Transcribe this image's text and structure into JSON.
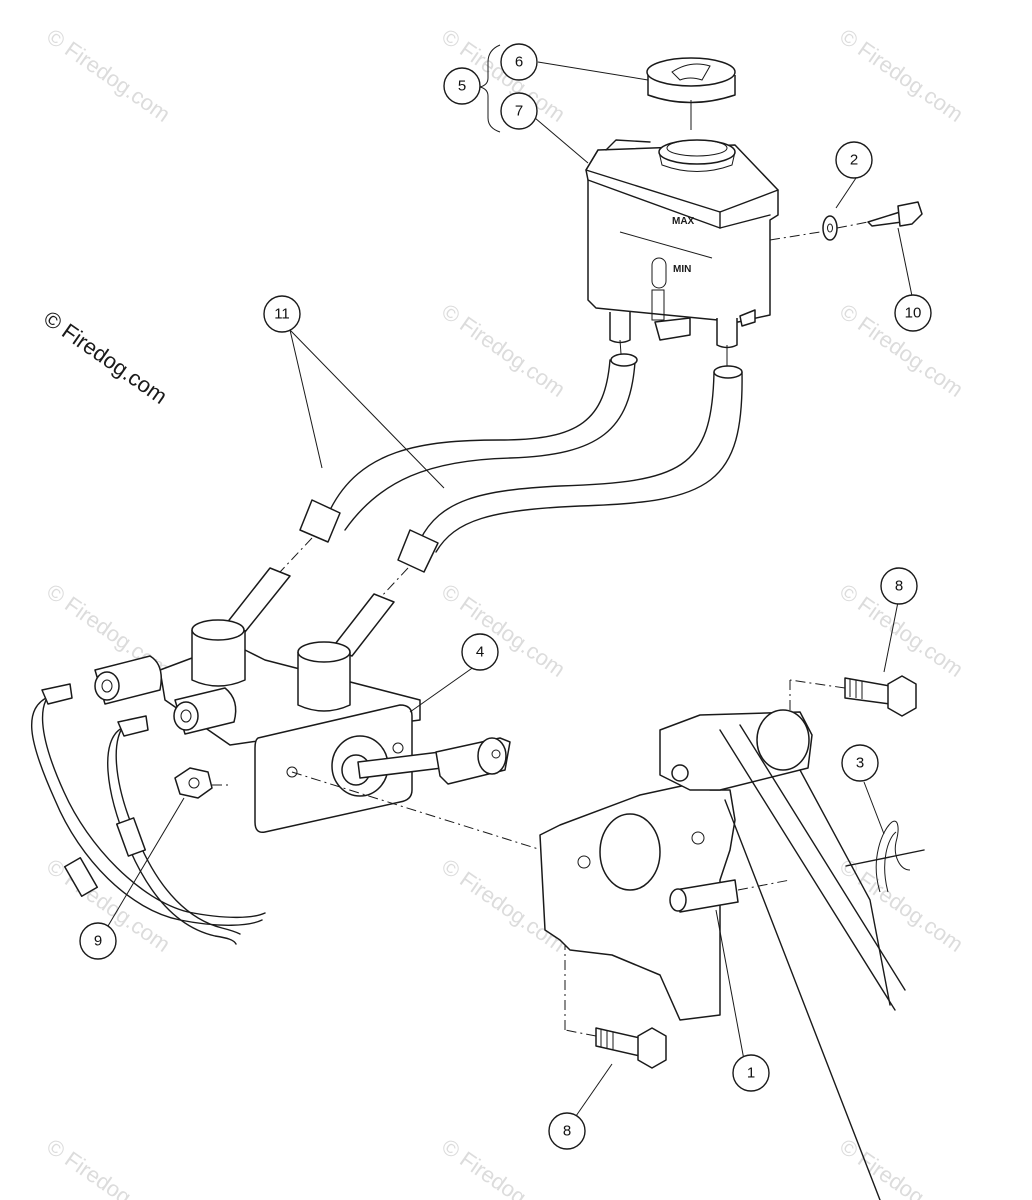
{
  "copyright": "© Firedog.com",
  "watermark": "© Firedog.com",
  "tank_labels": {
    "max": "MAX",
    "min": "MIN"
  },
  "callouts": {
    "p1": "1",
    "p2": "2",
    "p3": "3",
    "p4": "4",
    "p5": "5",
    "p6": "6",
    "p7": "7",
    "p8a": "8",
    "p8b": "8",
    "p9": "9",
    "p10": "10",
    "p11": "11"
  }
}
